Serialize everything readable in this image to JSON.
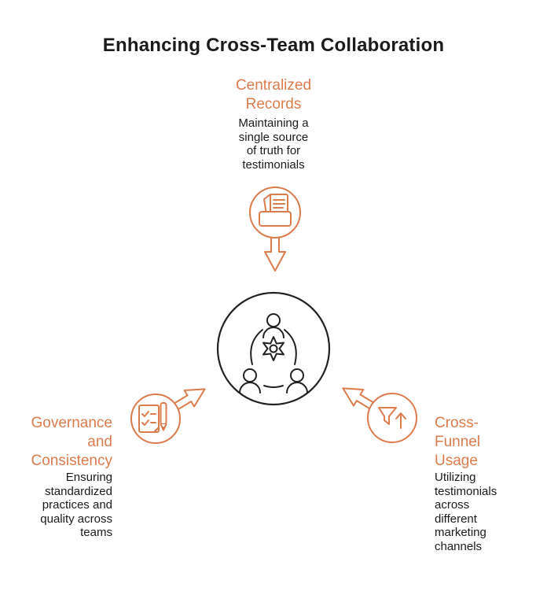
{
  "page": {
    "title": "Enhancing Cross-Team Collaboration",
    "background": "#ffffff"
  },
  "colors": {
    "accent_orange": "#DC7B4C",
    "ink_black": "#212121"
  },
  "nodes": {
    "center": {
      "icon": "team-around-gear-icon"
    },
    "top": {
      "heading": "Centralized\nRecords",
      "description": "Maintaining a\nsingle source\nof truth for\ntestimonials",
      "icon": "archived-documents-icon",
      "connector": "arrow-down"
    },
    "left": {
      "heading": "Governance\nand\nConsistency",
      "description": "Ensuring\nstandardized\npractices and\nquality across\nteams",
      "icon": "checklist-pen-icon",
      "connector": "arrow-up-right"
    },
    "right": {
      "heading": "Cross-\nFunnel\nUsage",
      "description": "Utilizing\ntestimonials\nacross\ndifferent\nmarketing\nchannels",
      "icon": "funnel-up-icon",
      "connector": "arrow-up-left"
    }
  }
}
